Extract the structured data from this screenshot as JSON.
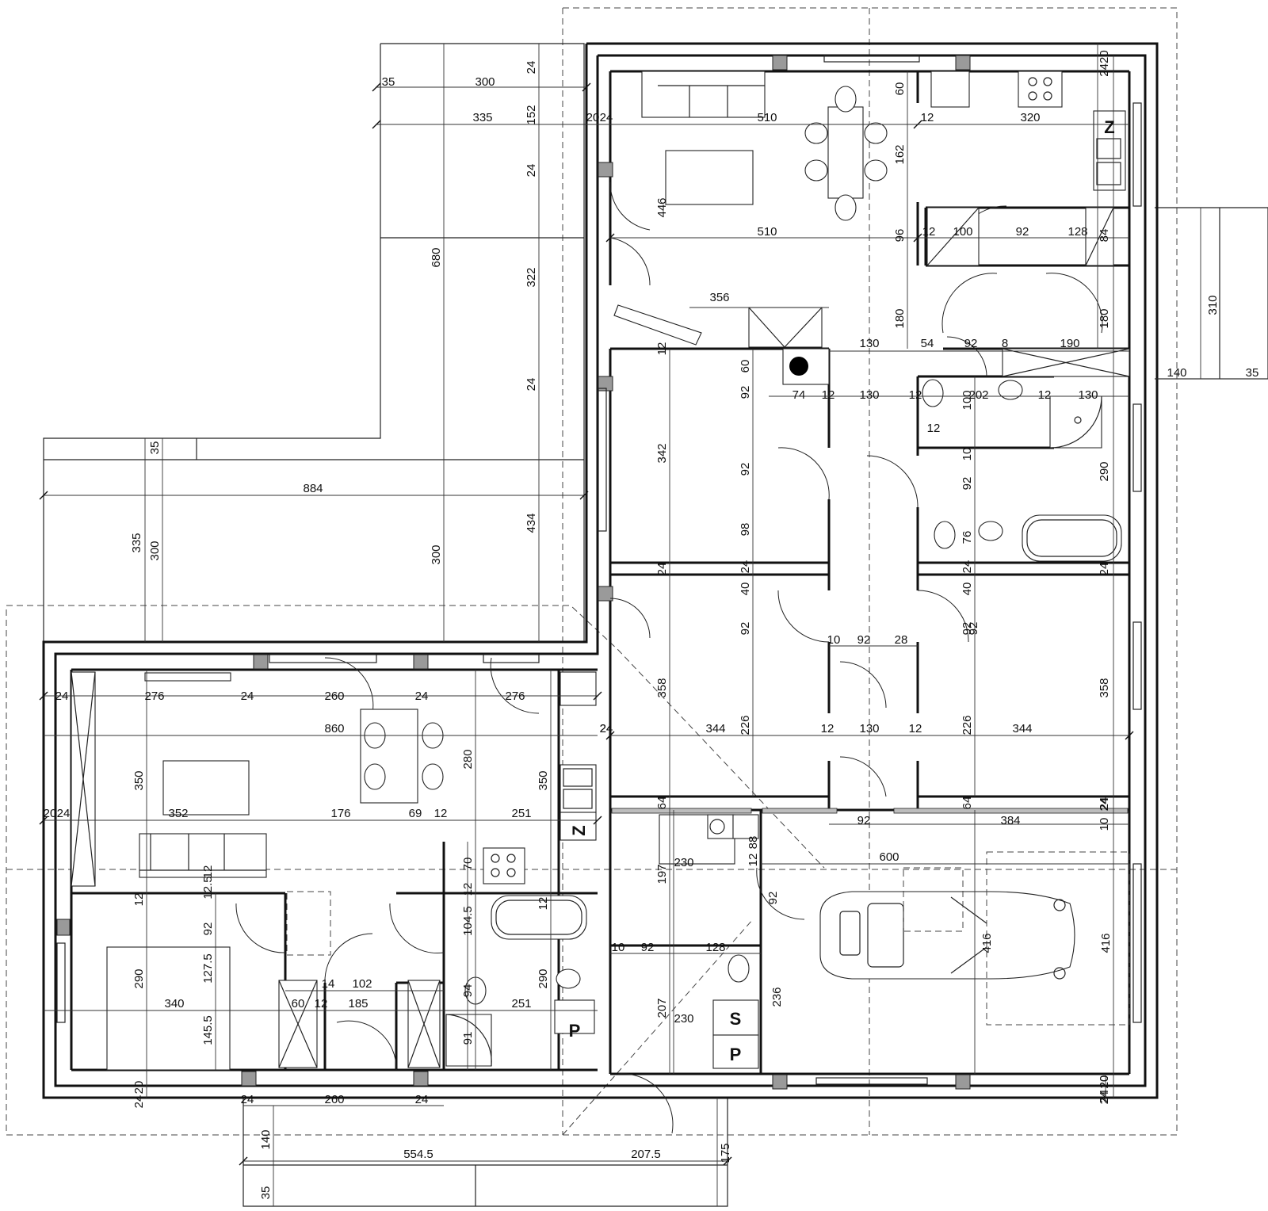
{
  "dimensions": {
    "top_300": "300",
    "top_335": "335",
    "top_35": "35",
    "top_24a": "24",
    "top_152": "152",
    "top_24b": "24",
    "top_20": "20",
    "top_24c": "24",
    "top_680": "680",
    "top_322": "322",
    "top_24d": "24",
    "top_434": "434",
    "west_35": "35",
    "west_884": "884",
    "west_335": "335",
    "west_300a": "300",
    "west_300b": "300",
    "living_510a": "510",
    "living_446": "446",
    "living_510b": "510",
    "living_356": "356",
    "kitchen_2420": "2420",
    "kitchen_60": "60",
    "kitchen_12a": "12",
    "kitchen_320": "320",
    "kitchen_162": "162",
    "kitchen_96": "96",
    "kitchen_12b": "12",
    "kitchen_100": "100",
    "kitchen_92": "92",
    "kitchen_128": "128",
    "kitchen_84": "84",
    "hall_180a": "180",
    "hall_180b": "180",
    "hall_12": "12",
    "hall_130a": "130",
    "hall_54": "54",
    "hall_92a": "92",
    "hall_8": "8",
    "hall_190": "190",
    "hall_60": "60",
    "hall_74": "74",
    "hall_12b": "12",
    "hall_130b": "130",
    "hall_12c": "12",
    "hall_202": "202",
    "hall_12d": "12",
    "hall_130c": "130",
    "hall_310": "310",
    "hall_140": "140",
    "hall_35": "35",
    "bath_100": "100",
    "bath_12": "12",
    "bath_10": "10",
    "bath_92": "92",
    "bath_290": "290",
    "bath_76": "76",
    "bath_24": "24",
    "bed1_342": "342",
    "bed1_92a": "92",
    "bed1_92b": "92",
    "bed1_98": "98",
    "bed1_24": "24",
    "bed1_24b": "24",
    "bed1_40": "40",
    "bed2_24": "24",
    "bed2_40": "40",
    "bed2_92": "92",
    "bed2_24b": "24",
    "mid_10": "10",
    "mid_92": "92",
    "mid_28": "28",
    "bed3_92": "92",
    "bed3_358": "358",
    "bed3_24": "24",
    "bed3_344": "344",
    "bed3_226": "226",
    "mid_12a": "12",
    "mid_130": "130",
    "mid_12b": "12",
    "bed4_92": "92",
    "bed4_358": "358",
    "bed4_226": "226",
    "bed4_344": "344",
    "gar_64a": "64",
    "gar_64b": "64",
    "gar_92": "92",
    "gar_384": "384",
    "gar_10": "10",
    "gar_24": "24",
    "gar_600": "600",
    "gar_416a": "416",
    "gar_416b": "416",
    "gar_236": "236",
    "gar_20": "20",
    "gar_24b": "24",
    "tech_230a": "230",
    "tech_197": "197",
    "tech_88": "88",
    "tech_12": "12",
    "tech_92": "92",
    "tech_10": "10",
    "tech_92b": "92",
    "tech_128": "128",
    "tech_207": "207",
    "tech_230b": "230",
    "west_24a": "24",
    "west_276a": "276",
    "west_24b": "24",
    "west_260a": "260",
    "west_24c": "24",
    "west_276b": "276",
    "west_24d": "24",
    "west_860": "860",
    "west_350a": "350",
    "west_280": "280",
    "west_350b": "350",
    "west_20": "20",
    "west_24e": "24",
    "west_352": "352",
    "west_176": "176",
    "west_69": "69",
    "west_12a": "12",
    "west_251a": "251",
    "west_70": "70",
    "west_12b": "12",
    "west_12c": "12",
    "west_104_5": "104.5",
    "west_12d": "12",
    "west_125": "12.5",
    "west_12e": "12",
    "west_92": "92",
    "west_127_5": "127.5",
    "west_290a": "290",
    "west_290b": "290",
    "west_340": "340",
    "west_14": "14",
    "west_102": "102",
    "west_60": "60",
    "west_12f": "12",
    "west_185": "185",
    "west_94": "94",
    "west_251b": "251",
    "west_145_5": "145.5",
    "west_91": "91",
    "bot_20": "20",
    "bot_24a": "24",
    "bot_24b": "24",
    "bot_260": "260",
    "bot_24c": "24",
    "bot_140": "140",
    "bot_554_5": "554.5",
    "bot_207_5": "207.5",
    "bot_175": "175",
    "bot_35": "35",
    "east_20": "20",
    "east_24": "24"
  },
  "symbols": {
    "fridge_z1": "Z",
    "fridge_z2": "Z",
    "p_label_1": "P",
    "p_label_2": "P",
    "s_label": "S"
  },
  "icons": {
    "car": "car-top-view-icon",
    "hob": "cooktop-icon",
    "sink": "sink-icon",
    "wc": "toilet-icon",
    "tub": "bathtub-icon",
    "shower": "shower-icon",
    "boiler": "boiler-icon",
    "washer": "washing-machine-icon"
  }
}
